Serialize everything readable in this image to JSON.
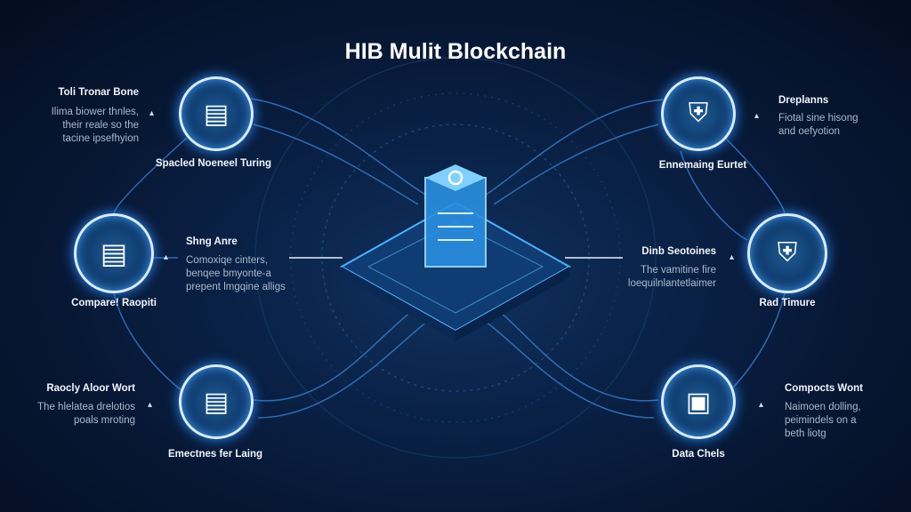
{
  "title": "HIB Mulit Blockchain",
  "nodes": {
    "top_left": {
      "label": "Spacled Noeneel Turing",
      "heading": "Toli Tronar Bone",
      "desc": [
        "Ilima biower thnles,",
        "their reale so the",
        "tacine ipsefhyion"
      ]
    },
    "mid_left": {
      "label": "Compare! Raopiti",
      "heading": "Shng Anre",
      "desc": [
        "Comoxiqe cinters,",
        "benqee bmyonte-a",
        "prepent lmgqine alligs"
      ]
    },
    "bottom_left": {
      "label": "Emectnes fer Laing",
      "heading": "Raocly Aloor Wort",
      "desc": [
        "The hlelatea drelotios",
        "poals mroting"
      ]
    },
    "top_right": {
      "label": "Ennemaing Eurtet",
      "heading": "Dreplanns",
      "desc": [
        "Fiotal sine hisong",
        "and oefyotion"
      ]
    },
    "mid_right": {
      "label": "Rad Timure",
      "heading": "Dinb Seotoines",
      "desc": [
        "The vamitine fire",
        "loequilnlantetlaimer"
      ]
    },
    "bottom_right": {
      "label": "Data Chels",
      "heading": "Compocts Wont",
      "desc": [
        "Naimoen dolling,",
        "peimindels on a",
        "beth liotg"
      ]
    }
  },
  "colors": {
    "accent": "#3ea0ff",
    "background": "#061530"
  }
}
